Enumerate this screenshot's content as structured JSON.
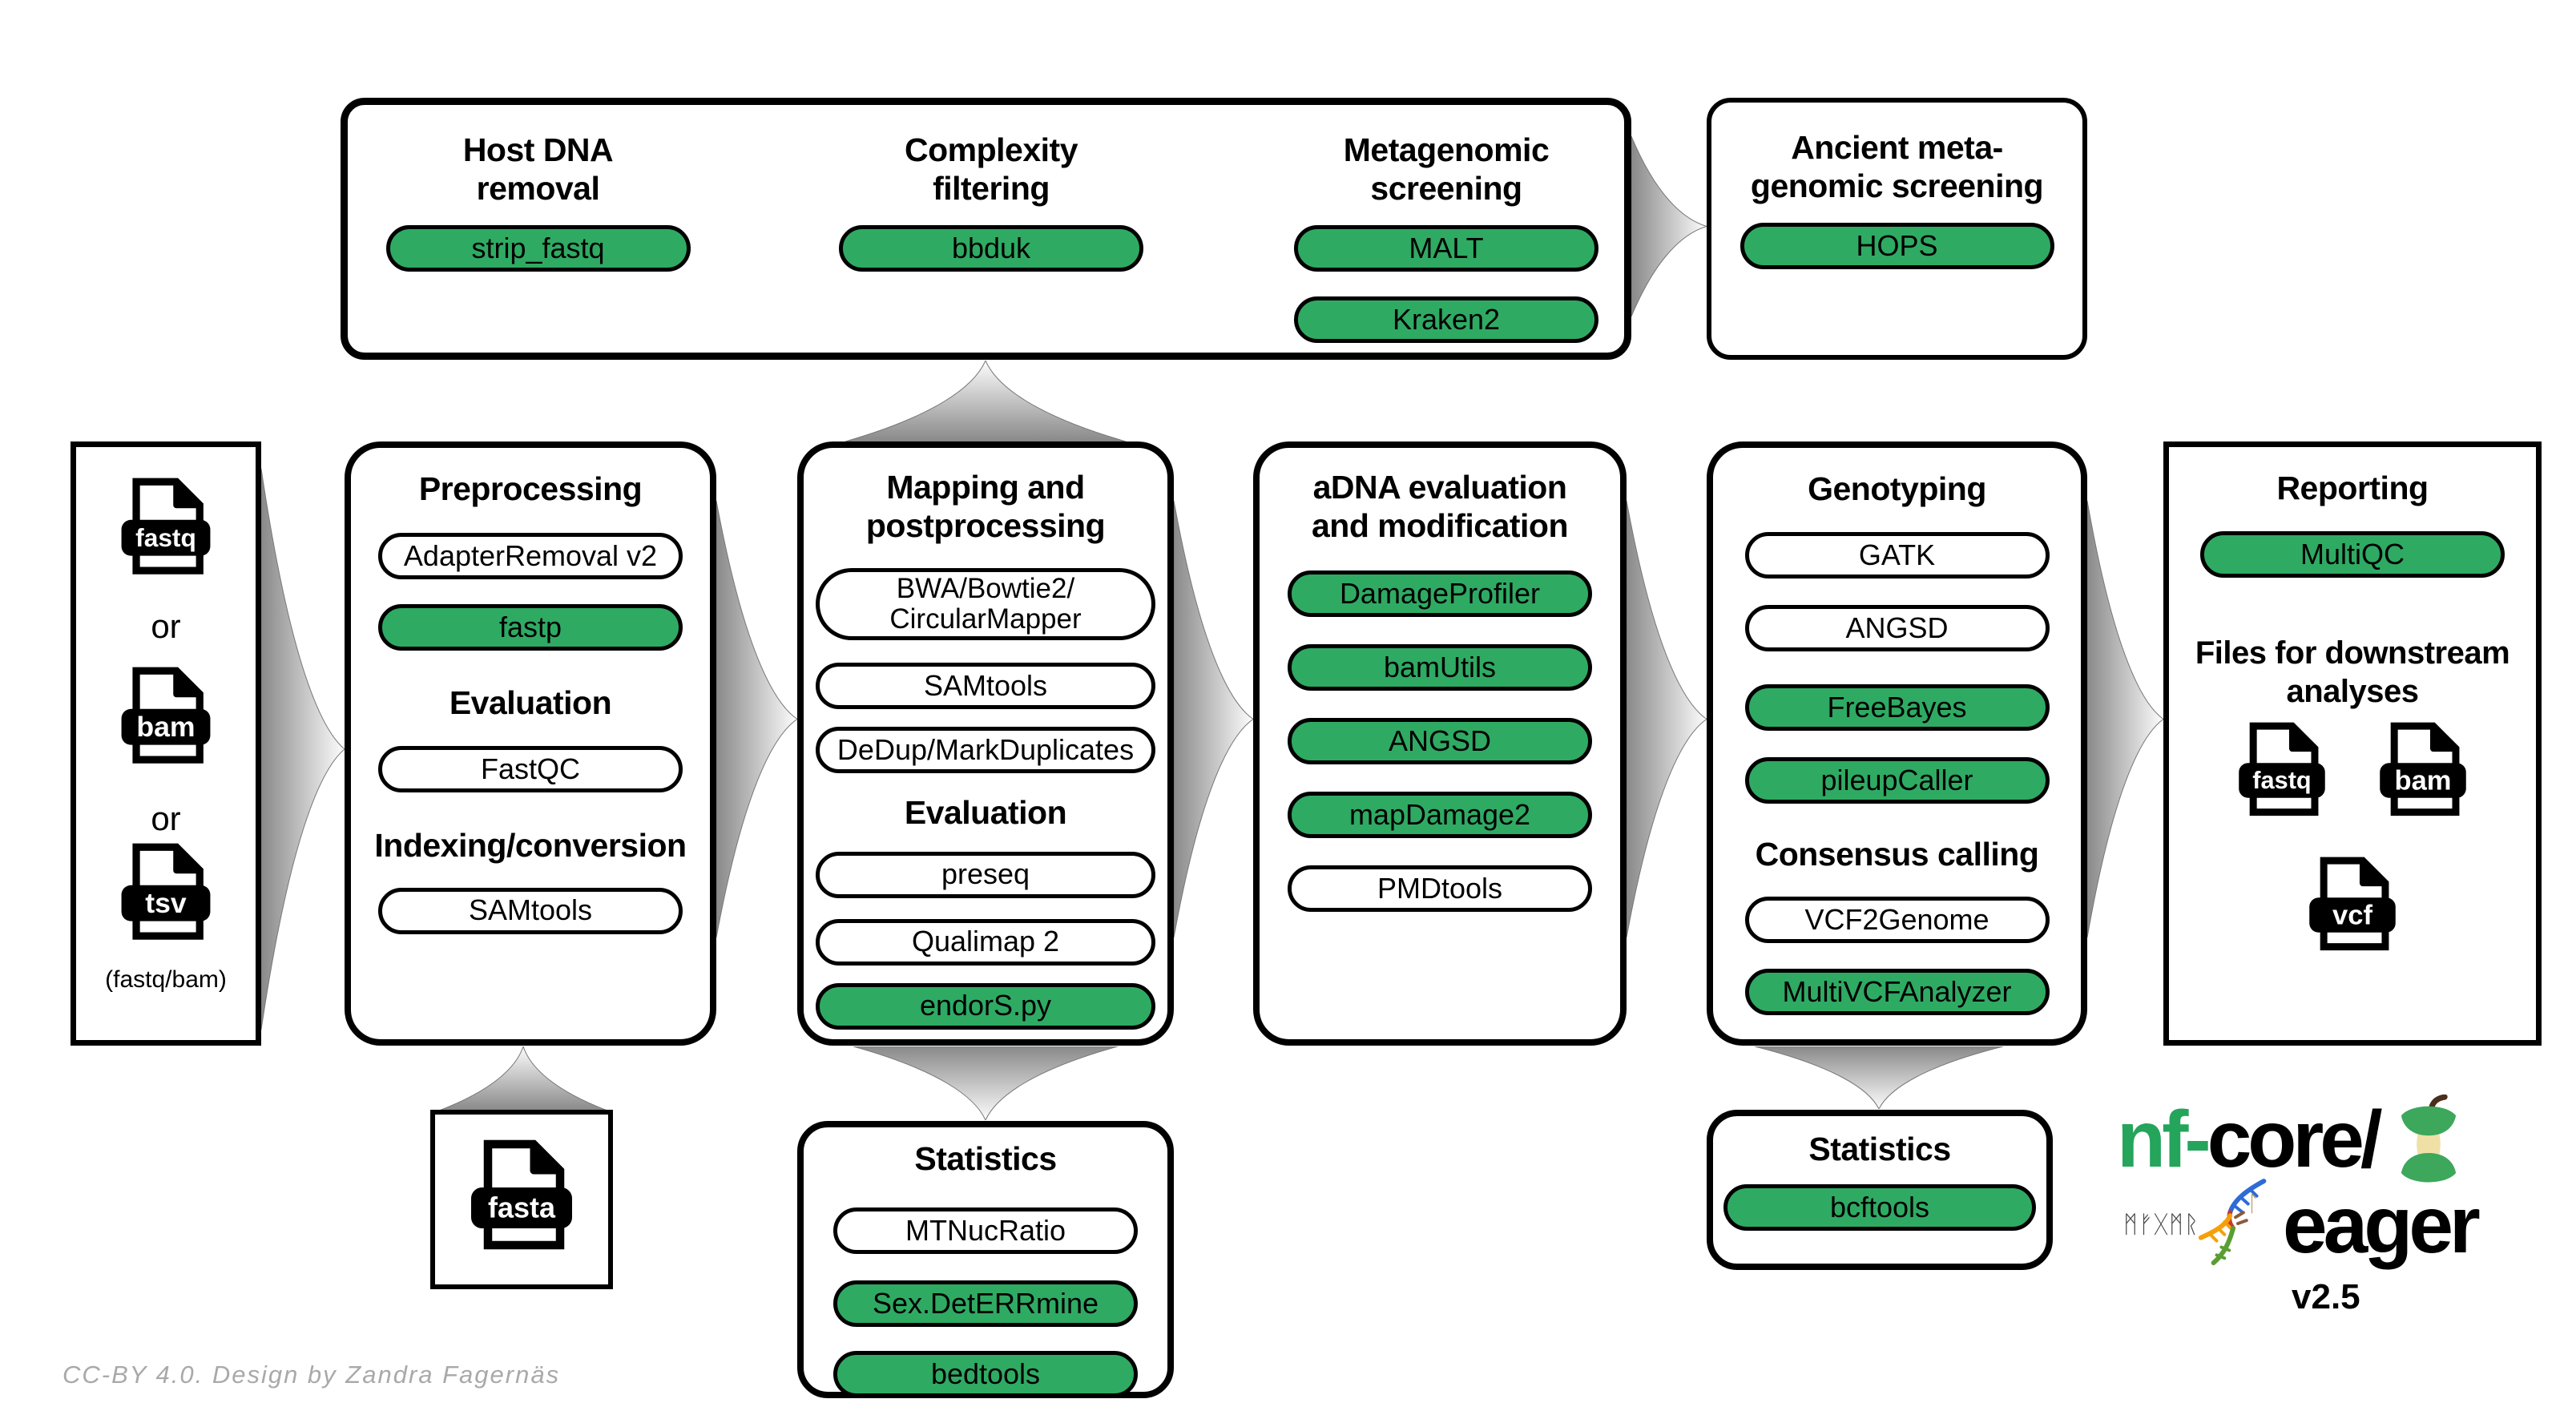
{
  "credit": "CC-BY 4.0. Design by Zandra Fagernäs",
  "colors": {
    "green": "#2faa63",
    "arrow_dark": "#898989",
    "arrow_light": "#fdfdfd"
  },
  "top_box": {
    "columns": [
      {
        "title_lines": [
          "Host DNA",
          "removal"
        ],
        "pills": [
          {
            "label": "strip_fastq",
            "variant": "green"
          }
        ]
      },
      {
        "title_lines": [
          "Complexity",
          "filtering"
        ],
        "pills": [
          {
            "label": "bbduk",
            "variant": "green"
          }
        ]
      },
      {
        "title_lines": [
          "Metagenomic",
          "screening"
        ],
        "pills": [
          {
            "label": "MALT",
            "variant": "green"
          },
          {
            "label": "Kraken2",
            "variant": "green"
          }
        ]
      }
    ]
  },
  "ancient_box": {
    "title_lines": [
      "Ancient meta-",
      "genomic screening"
    ],
    "pills": [
      {
        "label": "HOPS",
        "variant": "green"
      }
    ]
  },
  "input_box": {
    "file_labels": [
      "fastq",
      "bam",
      "tsv"
    ],
    "or_label": "or",
    "caption": "(fastq/bam)"
  },
  "preprocessing_box": {
    "sections": [
      {
        "title": "Preprocessing",
        "pills": [
          {
            "label": "AdapterRemoval v2",
            "variant": "white"
          },
          {
            "label": "fastp",
            "variant": "green"
          }
        ]
      },
      {
        "title": "Evaluation",
        "pills": [
          {
            "label": "FastQC",
            "variant": "white"
          }
        ]
      },
      {
        "title": "Indexing/conversion",
        "pills": [
          {
            "label": "SAMtools",
            "variant": "white"
          }
        ]
      }
    ]
  },
  "mapping_box": {
    "title_lines": [
      "Mapping and",
      "postprocessing"
    ],
    "pills_main": [
      {
        "label_lines": [
          "BWA/Bowtie2/",
          "CircularMapper"
        ],
        "variant": "white"
      },
      {
        "label": "SAMtools",
        "variant": "white"
      },
      {
        "label": "DeDup/MarkDuplicates",
        "variant": "white"
      }
    ],
    "evaluation_title": "Evaluation",
    "pills_eval": [
      {
        "label": "preseq",
        "variant": "white"
      },
      {
        "label": "Qualimap 2",
        "variant": "white"
      },
      {
        "label": "endorS.py",
        "variant": "green"
      }
    ]
  },
  "adna_box": {
    "title_lines": [
      "aDNA evaluation",
      "and modification"
    ],
    "pills": [
      {
        "label": "DamageProfiler",
        "variant": "green"
      },
      {
        "label": "bamUtils",
        "variant": "green"
      },
      {
        "label": "ANGSD",
        "variant": "green"
      },
      {
        "label": "mapDamage2",
        "variant": "green"
      },
      {
        "label": "PMDtools",
        "variant": "white"
      }
    ]
  },
  "genotyping_box": {
    "title": "Genotyping",
    "pills_main": [
      {
        "label": "GATK",
        "variant": "white"
      },
      {
        "label": "ANGSD",
        "variant": "white"
      },
      {
        "label": "FreeBayes",
        "variant": "green"
      },
      {
        "label": "pileupCaller",
        "variant": "green"
      }
    ],
    "consensus_title": "Consensus calling",
    "pills_consensus": [
      {
        "label": "VCF2Genome",
        "variant": "white"
      },
      {
        "label": "MultiVCFAnalyzer",
        "variant": "green"
      }
    ]
  },
  "reporting_box": {
    "title": "Reporting",
    "pills": [
      {
        "label": "MultiQC",
        "variant": "green"
      }
    ],
    "subtitle_lines": [
      "Files for downstream",
      "analyses"
    ],
    "file_labels": [
      "fastq",
      "bam",
      "vcf"
    ]
  },
  "fasta_box": {
    "file_label": "fasta"
  },
  "statistics_box": {
    "title": "Statistics",
    "pills": [
      {
        "label": "MTNucRatio",
        "variant": "white"
      },
      {
        "label": "Sex.DetERRmine",
        "variant": "green"
      },
      {
        "label": "bedtools",
        "variant": "green"
      }
    ]
  },
  "statistics_box2": {
    "title": "Statistics",
    "pills": [
      {
        "label": "bcftools",
        "variant": "green"
      }
    ]
  },
  "logo": {
    "brand_green": "nf-",
    "brand_black": "core/",
    "runes": "ᛗᚠᚷᛗᚱ",
    "rune_small": "ᛚ",
    "name": "eager",
    "version": "v2.5"
  }
}
